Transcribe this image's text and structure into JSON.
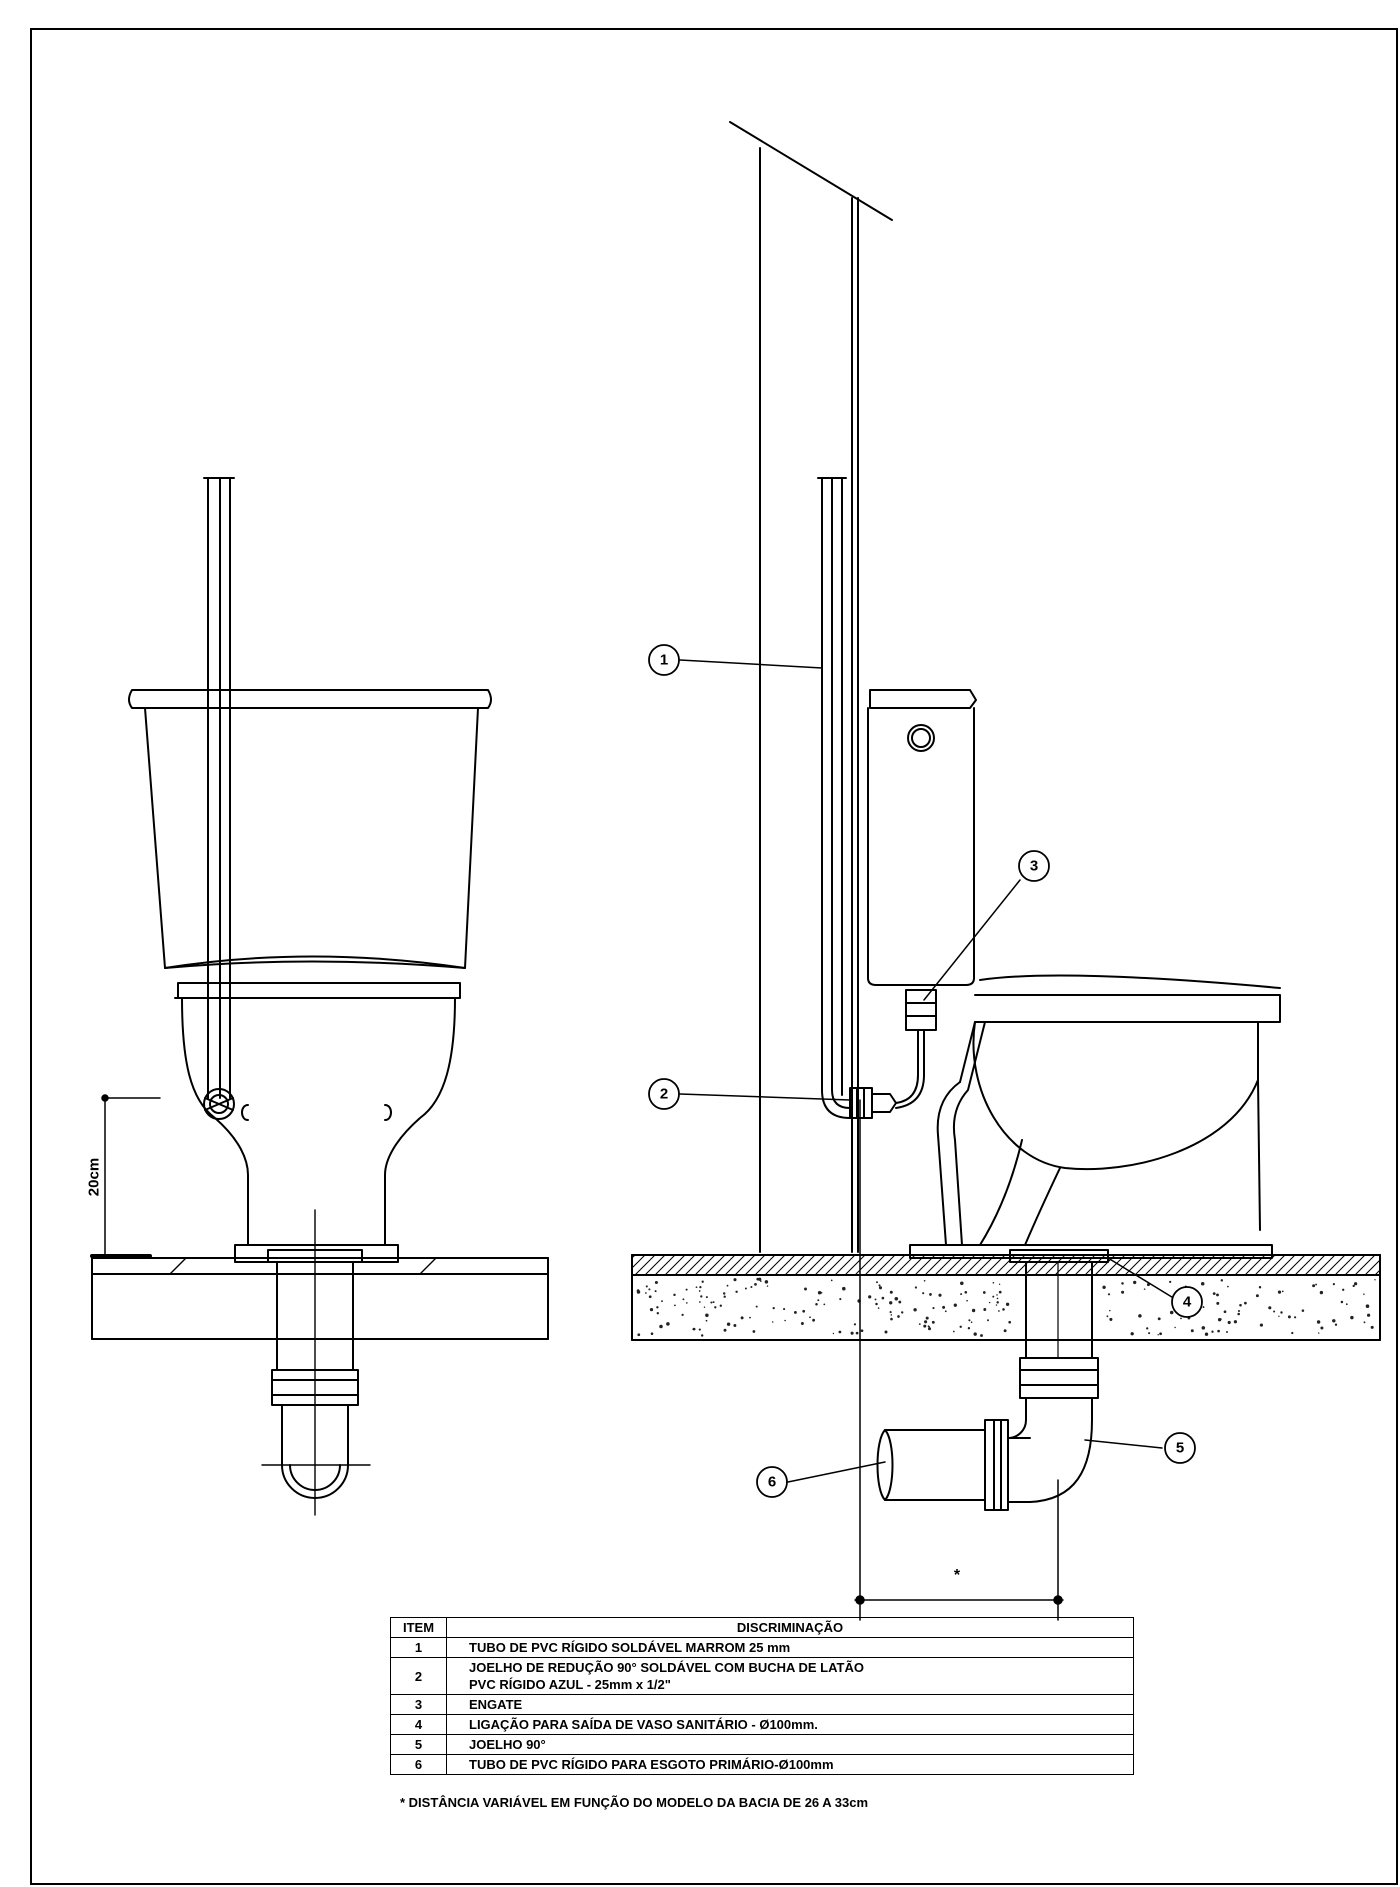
{
  "callouts": {
    "c1": "1",
    "c2": "2",
    "c3": "3",
    "c4": "4",
    "c5": "5",
    "c6": "6"
  },
  "dimensions": {
    "height_label": "20cm",
    "variable_mark": "*"
  },
  "table": {
    "headers": [
      "ITEM",
      "DISCRIMINAÇÃO"
    ],
    "rows": [
      {
        "item": "1",
        "lines": [
          "TUBO DE PVC RÍGIDO SOLDÁVEL MARROM 25 mm"
        ]
      },
      {
        "item": "2",
        "lines": [
          "JOELHO DE REDUÇÃO 90° SOLDÁVEL COM BUCHA DE LATÃO",
          "PVC RÍGIDO AZUL - 25mm x 1/2\""
        ]
      },
      {
        "item": "3",
        "lines": [
          "ENGATE"
        ]
      },
      {
        "item": "4",
        "lines": [
          "LIGAÇÃO PARA SAÍDA DE VASO SANITÁRIO - Ø100mm."
        ]
      },
      {
        "item": "5",
        "lines": [
          "JOELHO 90°"
        ]
      },
      {
        "item": "6",
        "lines": [
          "TUBO DE PVC RÍGIDO PARA ESGOTO PRIMÁRIO-Ø100mm"
        ]
      }
    ]
  },
  "footnote": "* DISTÂNCIA VARIÁVEL EM FUNÇÃO DO MODELO DA BACIA DE 26 A 33cm",
  "colors": {
    "line": "#000000",
    "background": "#ffffff",
    "concrete_speckle": "#222222"
  }
}
